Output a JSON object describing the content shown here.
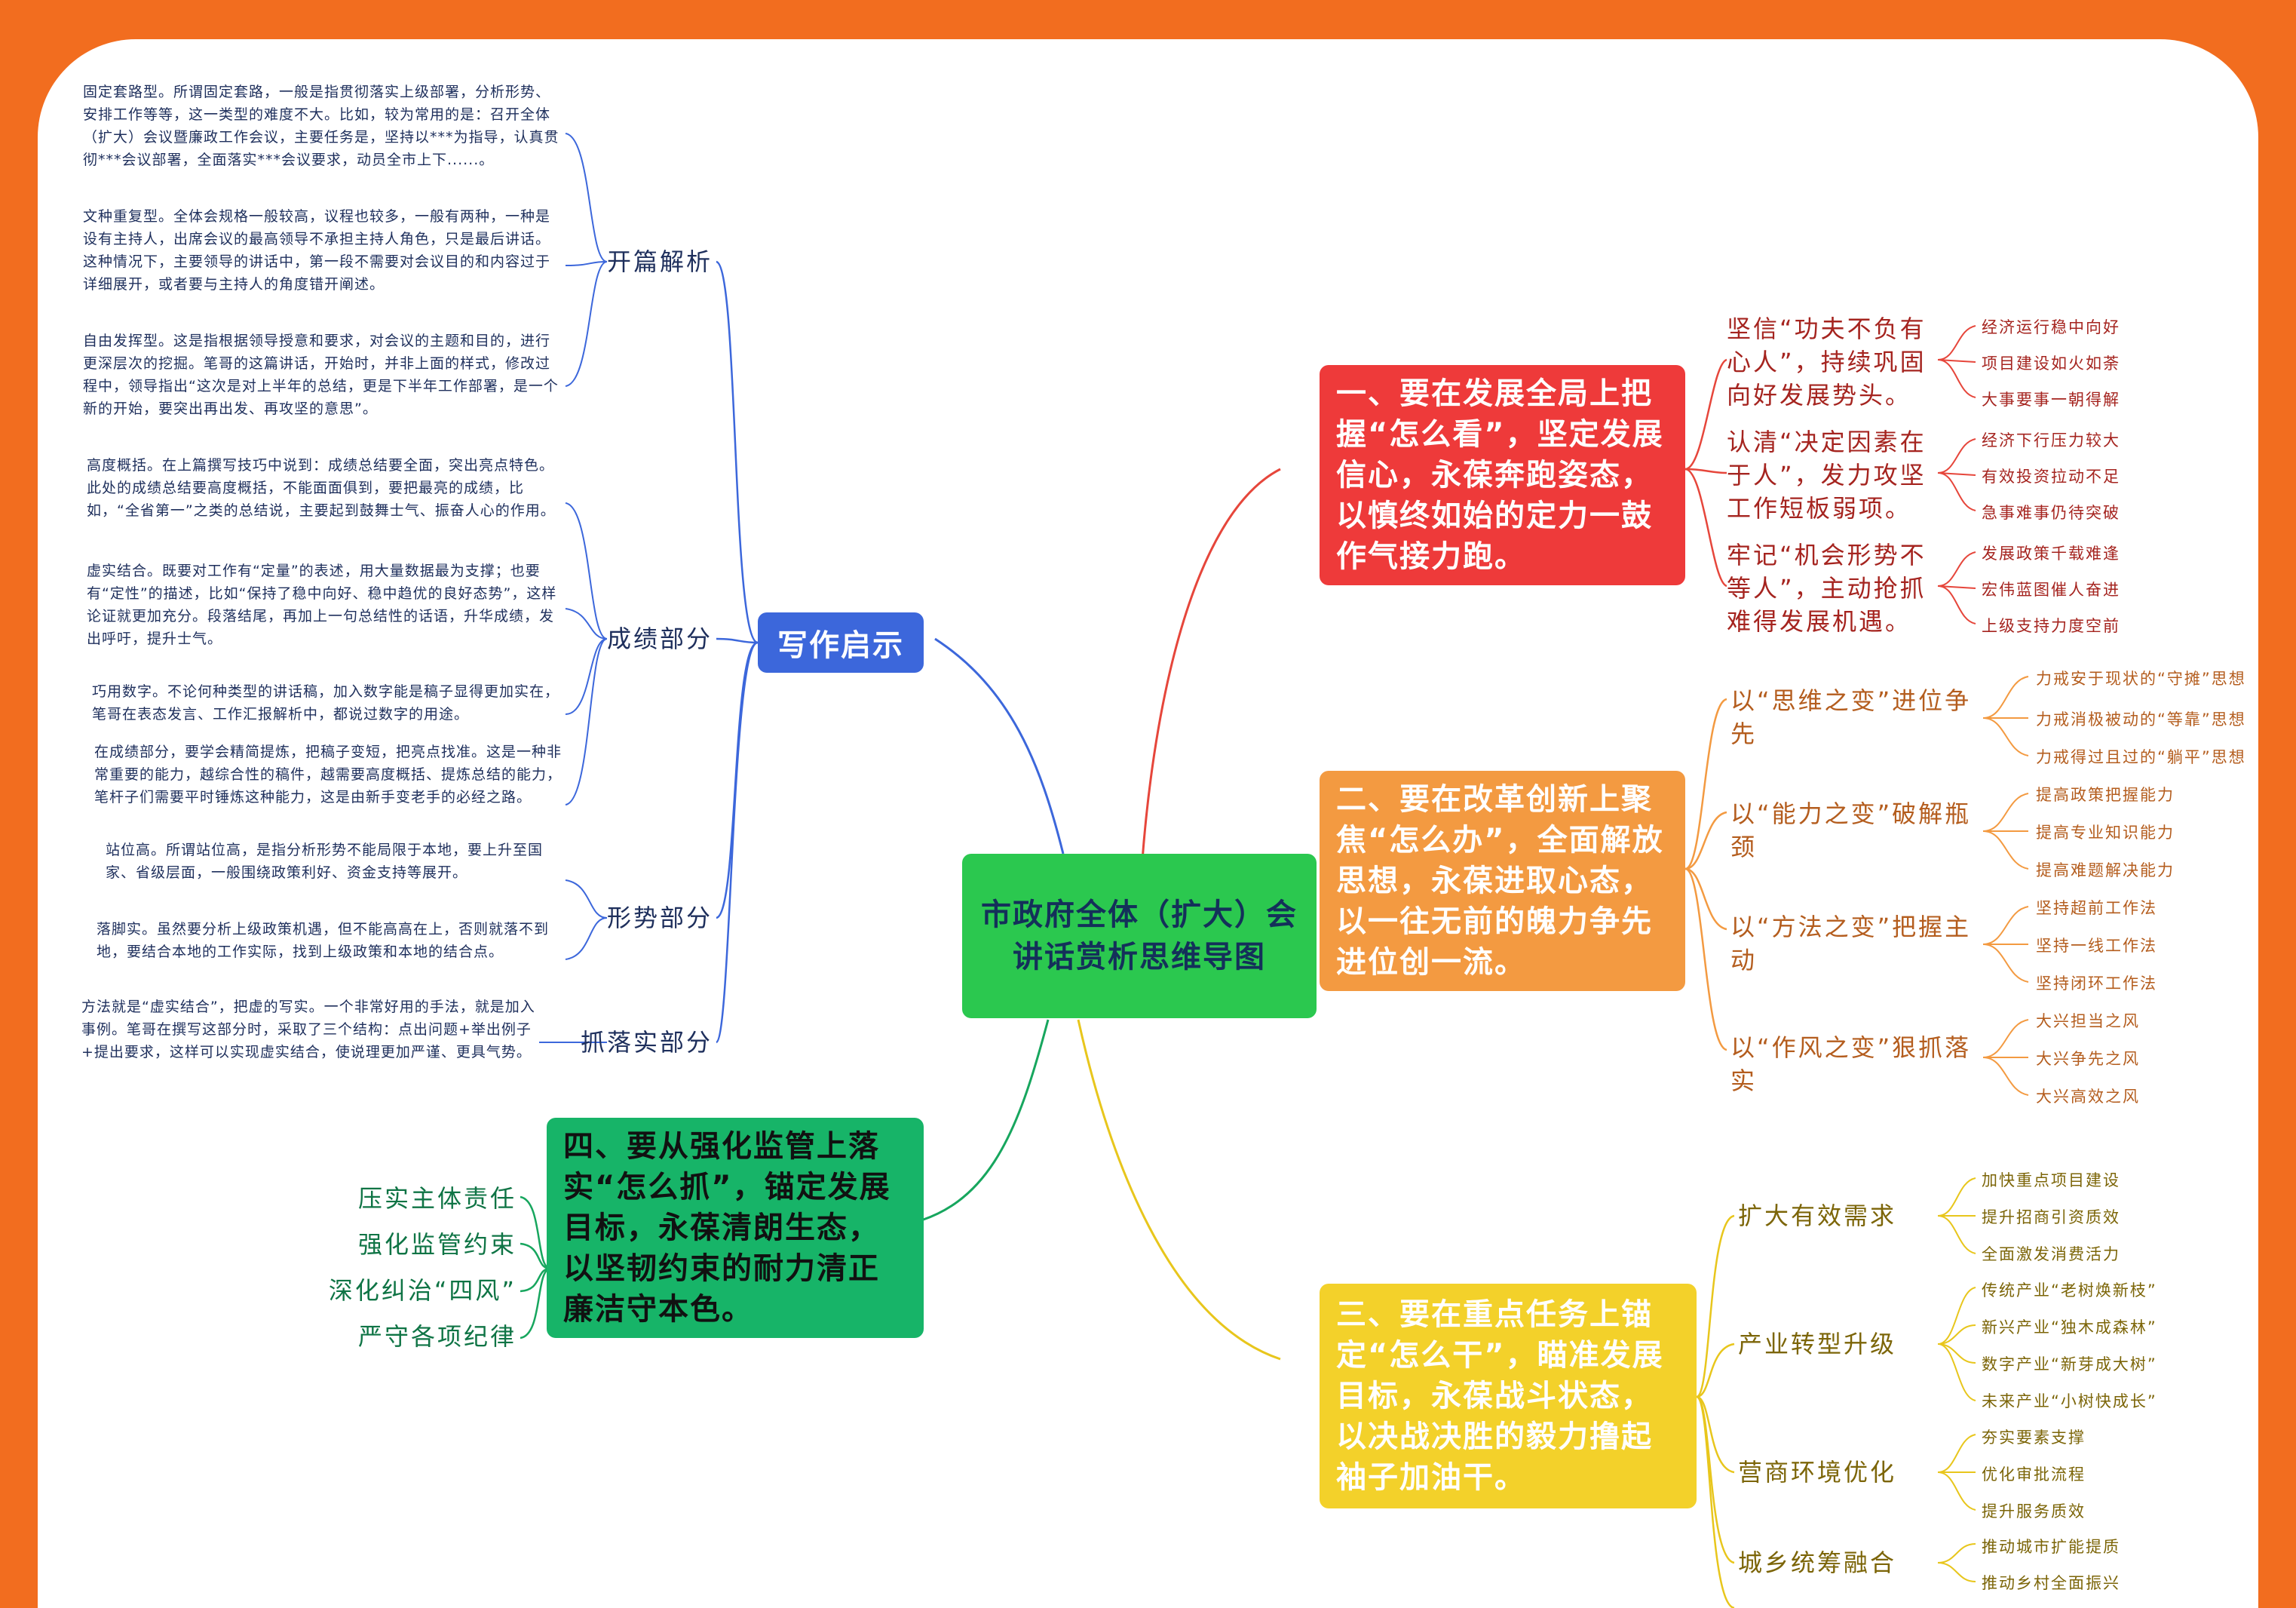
{
  "colors": {
    "background": "#f26d1f",
    "center": "#2bc84f",
    "branch1": "#ee3a3a",
    "branch2": "#f39a41",
    "branch3": "#f3d12a",
    "branch4": "#17b468",
    "writing": "#3c67db"
  },
  "center": "市政府全体（扩大）会讲话赏析思维导图",
  "branch1": {
    "title": "一、要在发展全局上把握“怎么看”，坚定发展信心，永葆奔跑姿态，以慎终如始的定力一鼓作气接力跑。",
    "subs": [
      {
        "label": "坚信“功夫不负有心人”，持续巩固向好发展势头。",
        "leaves": [
          "经济运行稳中向好",
          "项目建设如火如荼",
          "大事要事一朝得解"
        ]
      },
      {
        "label": "认清“决定因素在于人”，发力攻坚工作短板弱项。",
        "leaves": [
          "经济下行压力较大",
          "有效投资拉动不足",
          "急事难事仍待突破"
        ]
      },
      {
        "label": "牢记“机会形势不等人”，主动抢抓难得发展机遇。",
        "leaves": [
          "发展政策千载难逢",
          "宏伟蓝图催人奋进",
          "上级支持力度空前"
        ]
      }
    ]
  },
  "branch2": {
    "title": "二、要在改革创新上聚焦“怎么办”，全面解放思想，永葆进取心态，以一往无前的魄力争先进位创一流。",
    "subs": [
      {
        "label": "以“思维之变”进位争先",
        "leaves": [
          "力戒安于现状的“守摊”思想",
          "力戒消极被动的“等靠”思想",
          "力戒得过且过的“躺平”思想"
        ]
      },
      {
        "label": "以“能力之变”破解瓶颈",
        "leaves": [
          "提高政策把握能力",
          "提高专业知识能力",
          "提高难题解决能力"
        ]
      },
      {
        "label": "以“方法之变”把握主动",
        "leaves": [
          "坚持超前工作法",
          "坚持一线工作法",
          "坚持闭环工作法"
        ]
      },
      {
        "label": "以“作风之变”狠抓落实",
        "leaves": [
          "大兴担当之风",
          "大兴争先之风",
          "大兴高效之风"
        ]
      }
    ]
  },
  "branch3": {
    "title": "三、要在重点任务上锚定“怎么干”，瞄准发展目标，永葆战斗状态，以决战决胜的毅力撸起袖子加油干。",
    "subs": [
      {
        "label": "扩大有效需求",
        "leaves": [
          "加快重点项目建设",
          "提升招商引资质效",
          "全面激发消费活力"
        ]
      },
      {
        "label": "产业转型升级",
        "leaves": [
          "传统产业“老树焕新枝”",
          "新兴产业“独木成森林”",
          "数字产业“新芽成大树”",
          "未来产业“小树快成长”"
        ]
      },
      {
        "label": "营商环境优化",
        "leaves": [
          "夯实要素支撑",
          "优化审批流程",
          "提升服务质效"
        ]
      },
      {
        "label": "城乡统筹融合",
        "leaves": [
          "推动城市扩能提质",
          "推动乡村全面振兴"
        ]
      }
    ]
  },
  "branch4": {
    "title": "四、要从强化监管上落实“怎么抓”，锚定发展目标，永葆清朗生态，以坚韧约束的耐力清正廉洁守本色。",
    "subs": [
      "压实主体责任",
      "强化监管约束",
      "深化纠治“四风”",
      "严守各项纪律"
    ]
  },
  "writing": {
    "title": "写作启示",
    "sections": [
      {
        "label": "开篇解析",
        "paras": [
          "固定套路型。所谓固定套路，一般是指贯彻落实上级部署，分析形势、安排工作等等，这一类型的难度不大。比如，较为常用的是：召开全体（扩大）会议暨廉政工作会议，主要任务是，坚持以***为指导，认真贯彻***会议部署，全面落实***会议要求，动员全市上下......。",
          "文种重复型。全体会规格一般较高，议程也较多，一般有两种，一种是设有主持人，出席会议的最高领导不承担主持人角色，只是最后讲话。这种情况下，主要领导的讲话中，第一段不需要对会议目的和内容过于详细展开，或者要与主持人的角度错开阐述。",
          "自由发挥型。这是指根据领导授意和要求，对会议的主题和目的，进行更深层次的挖掘。笔哥的这篇讲话，开始时，并非上面的样式，修改过程中，领导指出“这次是对上半年的总结，更是下半年工作部署，是一个新的开始，要突出再出发、再攻坚的意思”。"
        ]
      },
      {
        "label": "成绩部分",
        "paras": [
          "高度概括。在上篇撰写技巧中说到：成绩总结要全面，突出亮点特色。此处的成绩总结要高度概括，不能面面俱到，要把最亮的成绩，比如，“全省第一”之类的总结说，主要起到鼓舞士气、振奋人心的作用。",
          "虚实结合。既要对工作有“定量”的表述，用大量数据最为支撑；也要有“定性”的描述，比如“保持了稳中向好、稳中趋优的良好态势”，这样论证就更加充分。段落结尾，再加上一句总结性的话语，升华成绩，发出呼吁，提升士气。",
          "巧用数字。不论何种类型的讲话稿，加入数字能是稿子显得更加实在，笔哥在表态发言、工作汇报解析中，都说过数字的用途。",
          "在成绩部分，要学会精简提炼，把稿子变短，把亮点找准。这是一种非常重要的能力，越综合性的稿件，越需要高度概括、提炼总结的能力，笔杆子们需要平时锤炼这种能力，这是由新手变老手的必经之路。"
        ]
      },
      {
        "label": "形势部分",
        "paras": [
          "站位高。所谓站位高，是指分析形势不能局限于本地，要上升至国家、省级层面，一般围绕政策利好、资金支持等展开。",
          "落脚实。虽然要分析上级政策机遇，但不能高高在上，否则就落不到地，要结合本地的工作实际，找到上级政策和本地的结合点。"
        ]
      },
      {
        "label": "抓落实部分",
        "paras": [
          "方法就是“虚实结合”，把虚的写实。一个非常好用的手法，就是加入事例。笔哥在撰写这部分时，采取了三个结构：点出问题+举出例子+提出要求，这样可以实现虚实结合，使说理更加严谨、更具气势。"
        ]
      }
    ]
  }
}
